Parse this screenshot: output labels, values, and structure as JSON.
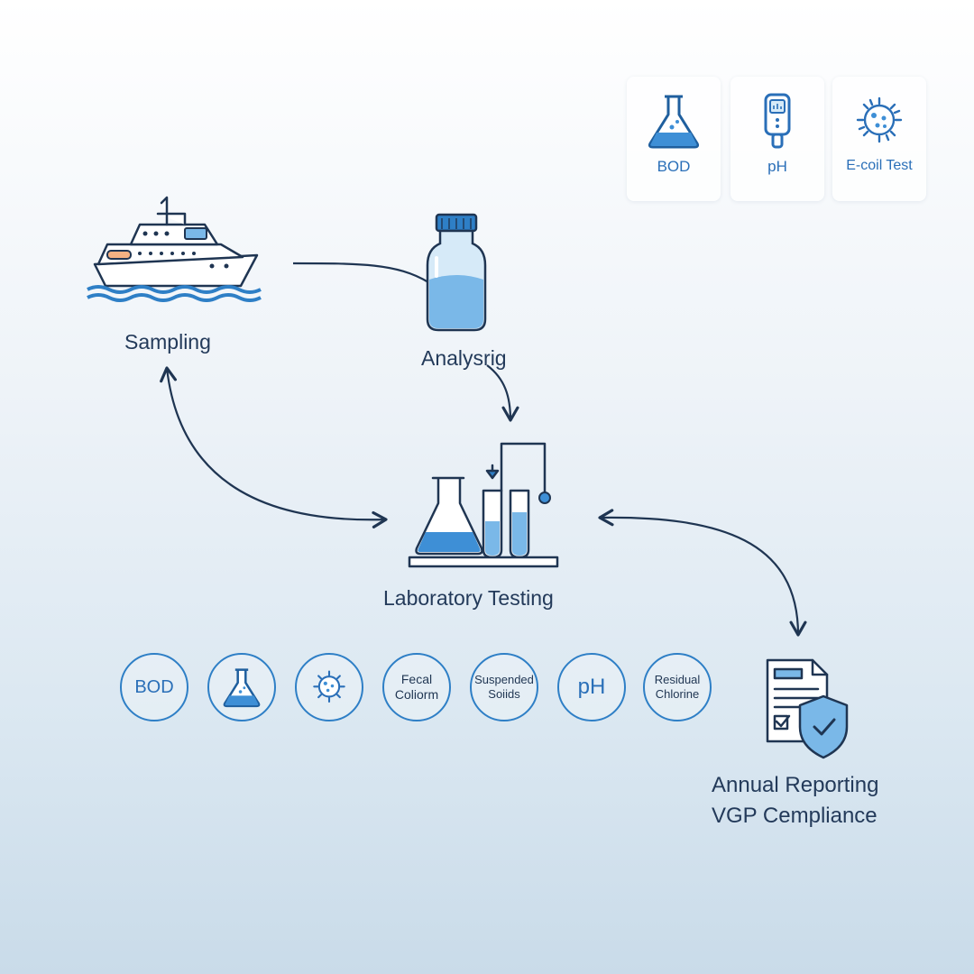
{
  "cards": [
    {
      "label": "BOD",
      "icon": "flask-icon"
    },
    {
      "label": "pH",
      "icon": "ph-meter-icon"
    },
    {
      "label": "E-coil Test",
      "icon": "bacteria-icon"
    }
  ],
  "nodes": {
    "sampling": "Sampling",
    "analysis": "Analysrig",
    "lab": "Laboratory Testing",
    "reporting_line1": "Annual Reporting",
    "reporting_line2": "VGP Cempliance"
  },
  "parameters": [
    {
      "line1": "BOD",
      "line2": ""
    },
    {
      "icon": "flask-icon"
    },
    {
      "icon": "bacteria-icon"
    },
    {
      "line1": "Fecal",
      "line2": "Coliorm"
    },
    {
      "line1": "Suspended",
      "line2": "Soiids"
    },
    {
      "line1": "pH",
      "line2": ""
    },
    {
      "line1": "Residual",
      "line2": "Chlorine"
    }
  ],
  "colors": {
    "stroke": "#1f3552",
    "accent": "#2e7fc6",
    "water": "#7ab8e8",
    "water_light": "#d6eaf8"
  }
}
